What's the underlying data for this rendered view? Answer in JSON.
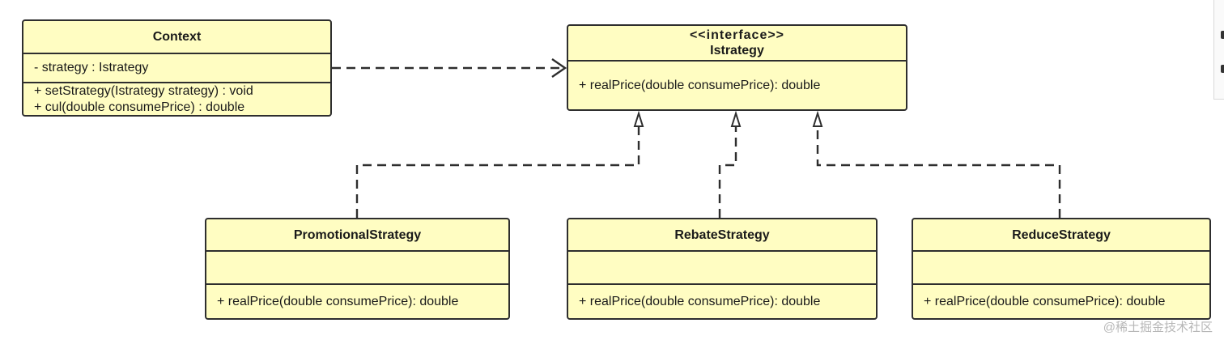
{
  "diagram": {
    "classes": {
      "context": {
        "name": "Context",
        "attributes": [
          "- strategy :  Istrategy"
        ],
        "methods": [
          "+ setStrategy(Istrategy strategy) : void",
          "+ cul(double consumePrice) : double"
        ]
      },
      "istrategy": {
        "stereotype": "<<interface>>",
        "name": "Istrategy",
        "methods": [
          "+ realPrice(double consumePrice): double"
        ]
      },
      "promotional": {
        "name": "PromotionalStrategy",
        "methods": [
          "+ realPrice(double consumePrice): double"
        ]
      },
      "rebate": {
        "name": "RebateStrategy",
        "methods": [
          "+ realPrice(double consumePrice): double"
        ]
      },
      "reduce": {
        "name": "ReduceStrategy",
        "methods": [
          "+ realPrice(double consumePrice): double"
        ]
      }
    },
    "relationships": [
      {
        "from": "Context",
        "to": "Istrategy",
        "type": "dependency"
      },
      {
        "from": "PromotionalStrategy",
        "to": "Istrategy",
        "type": "realization"
      },
      {
        "from": "RebateStrategy",
        "to": "Istrategy",
        "type": "realization"
      },
      {
        "from": "ReduceStrategy",
        "to": "Istrategy",
        "type": "realization"
      }
    ],
    "colors": {
      "class_fill": "#fffdc2",
      "border": "#2e2e2e"
    }
  },
  "watermark": "@稀土掘金技术社区"
}
